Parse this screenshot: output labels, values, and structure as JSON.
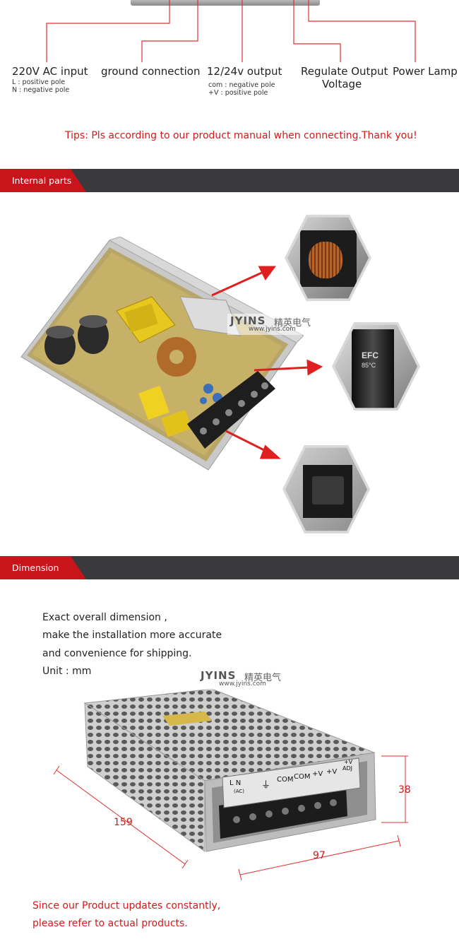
{
  "connectors": {
    "ac_input": {
      "label": "220V AC input",
      "notes": [
        "L : positive pole",
        "N : negative pole"
      ]
    },
    "ground": {
      "label": "ground connection"
    },
    "output": {
      "label": "12/24v output",
      "notes": [
        "com : negative pole",
        "+V : positive pole"
      ]
    },
    "regulate": {
      "label_line1": "Regulate Output",
      "label_line2": "Voltage"
    },
    "lamp": {
      "label": "Power Lamp"
    }
  },
  "tips": "Tips: Pls according to our product manual when connecting.Thank you!",
  "sections": {
    "internal": "Internal parts",
    "dimension": "Dimension"
  },
  "watermark": {
    "brand": "JYINS",
    "cn": "精英电气",
    "url": "www.jyins.com"
  },
  "dimension_text": [
    "Exact overall dimension ,",
    "make the installation more accurate",
    "and convenience for shipping.",
    "Unit : mm"
  ],
  "dimensions": {
    "length": "159",
    "width": "97",
    "height": "38"
  },
  "terminal_labels": {
    "ln": "L  N",
    "ac": "(AC)",
    "com1": "COM",
    "com2": "COM",
    "v1": "+V",
    "v2": "+V",
    "adj1": "+V",
    "adj2": "ADJ"
  },
  "capacitor_mark": {
    "brand": "EFC",
    "temp": "85°C"
  },
  "footer": [
    "Since our Product updates constantly,",
    "please refer to actual products."
  ],
  "colors": {
    "accent_red": "#c8141a",
    "banner_dark": "#3a3a3c",
    "line_red": "#e03030"
  }
}
